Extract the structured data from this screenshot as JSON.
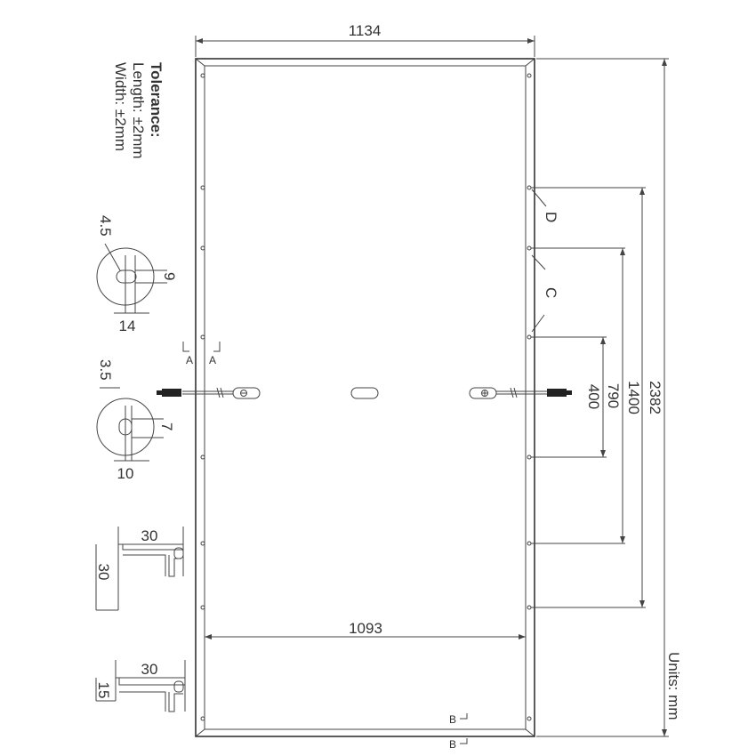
{
  "tolerance": {
    "title": "Tolerance:",
    "length": "Length: ±2mm",
    "width": "Width: ±2mm"
  },
  "units": "Units: mm",
  "dimensions": {
    "overall_width": "1134",
    "inner_width": "1093",
    "overall_length": "2382",
    "d1400": "1400",
    "d790": "790",
    "d400": "400"
  },
  "hole_detail_1": {
    "top": "4.5",
    "right": "9",
    "bottom": "14"
  },
  "hole_detail_2": {
    "top": "3.5",
    "right": "7",
    "bottom": "10"
  },
  "frame_long": {
    "width": "30",
    "height": "30"
  },
  "frame_short": {
    "width": "30",
    "height": "15"
  },
  "labels": {
    "section_a_left": "A",
    "section_a_right": "A",
    "section_b_top": "B",
    "section_b_bottom": "B",
    "hole_c": "C",
    "hole_d": "D"
  }
}
